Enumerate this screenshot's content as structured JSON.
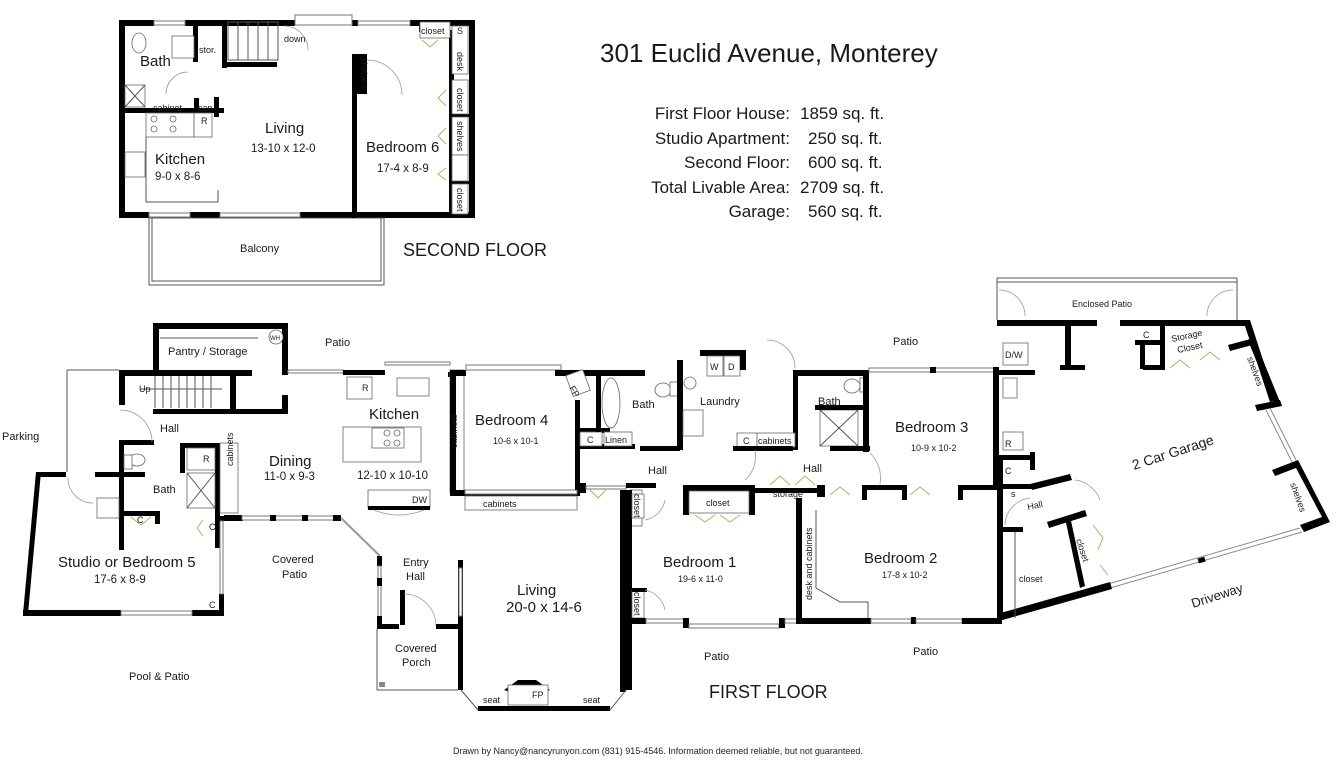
{
  "title": "301 Euclid Avenue, Monterey",
  "stats": [
    {
      "label": "First Floor House:",
      "value": "1859 sq. ft."
    },
    {
      "label": "Studio Apartment:",
      "value": "250 sq. ft."
    },
    {
      "label": "Second Floor:",
      "value": "600 sq. ft."
    },
    {
      "label": "Total Livable Area:",
      "value": "2709 sq. ft."
    },
    {
      "label": "Garage:",
      "value": "560 sq. ft."
    }
  ],
  "second_floor": {
    "label": "SECOND FLOOR",
    "rooms": {
      "bath": "Bath",
      "stor": "stor.",
      "down": "down",
      "closet": "closet",
      "s": "S",
      "desk": "desk",
      "shelves": "shelves",
      "cabinet": "cabinet",
      "can": "can",
      "refrigerator": "R",
      "living": {
        "name": "Living",
        "dim": "13-10 x 12-0"
      },
      "kitchen": {
        "name": "Kitchen",
        "dim": "9-0 x 8-6"
      },
      "bedroom6": {
        "name": "Bedroom 6",
        "dim": "17-4 x 8-9"
      },
      "balcony": "Balcony"
    }
  },
  "first_floor": {
    "label": "FIRST FLOOR",
    "rooms": {
      "pantry": "Pantry / Storage",
      "wh": "WH",
      "patio_top": "Patio",
      "up": "Up",
      "hall_west": "Hall",
      "parking": "Parking",
      "bath_west": "Bath",
      "refrigerator": "R",
      "cabinets": "cabinets",
      "c": "C",
      "dining": {
        "name": "Dining",
        "dim": "11-0 x 9-3"
      },
      "kitchen": {
        "name": "Kitchen",
        "dim": "12-10 x 10-10"
      },
      "dw": "DW",
      "studio": {
        "name": "Studio or Bedroom 5",
        "dim": "17-6 x 8-9"
      },
      "covered_patio": [
        "Covered",
        "Patio"
      ],
      "entry_hall": [
        "Entry",
        "Hall"
      ],
      "covered_porch": [
        "Covered",
        "Porch"
      ],
      "pool_patio": "Pool & Patio",
      "living": {
        "name": "Living",
        "dim": "20-0 x 14-6"
      },
      "seat": "seat",
      "fp": "FP",
      "bedroom4": {
        "name": "Bedroom 4",
        "dim": "10-6 x 10-1"
      },
      "linen": "Linen",
      "bath_mid": "Bath",
      "laundry": "Laundry",
      "washer": "W",
      "dryer": "D",
      "hall_mid": "Hall",
      "hall_east": "Hall",
      "bath_east": "Bath",
      "storage": "storage",
      "closet": "closet",
      "bedroom3": {
        "name": "Bedroom 3",
        "dim": "10-9 x 10-2"
      },
      "bedroom1": {
        "name": "Bedroom 1",
        "dim": "19-6 x 11-0"
      },
      "bedroom2": {
        "name": "Bedroom 2",
        "dim": "17-8 x 10-2"
      },
      "desk_cabinets": "desk and cabinets",
      "patio_b1": "Patio",
      "patio_b2": "Patio",
      "patio_east": "Patio",
      "enclosed_patio": "Enclosed Patio",
      "storage_closet": [
        "Storage",
        "Closet"
      ],
      "shelves": "shelves",
      "garage": "2 Car Garage",
      "dw_garage": "D/W",
      "hall_garage": "Hall",
      "s": "s",
      "driveway": "Driveway"
    }
  },
  "credit": "Drawn by Nancy@nancyrunyon.com (831) 915-4546.  Information deemed reliable, but not guaranteed."
}
